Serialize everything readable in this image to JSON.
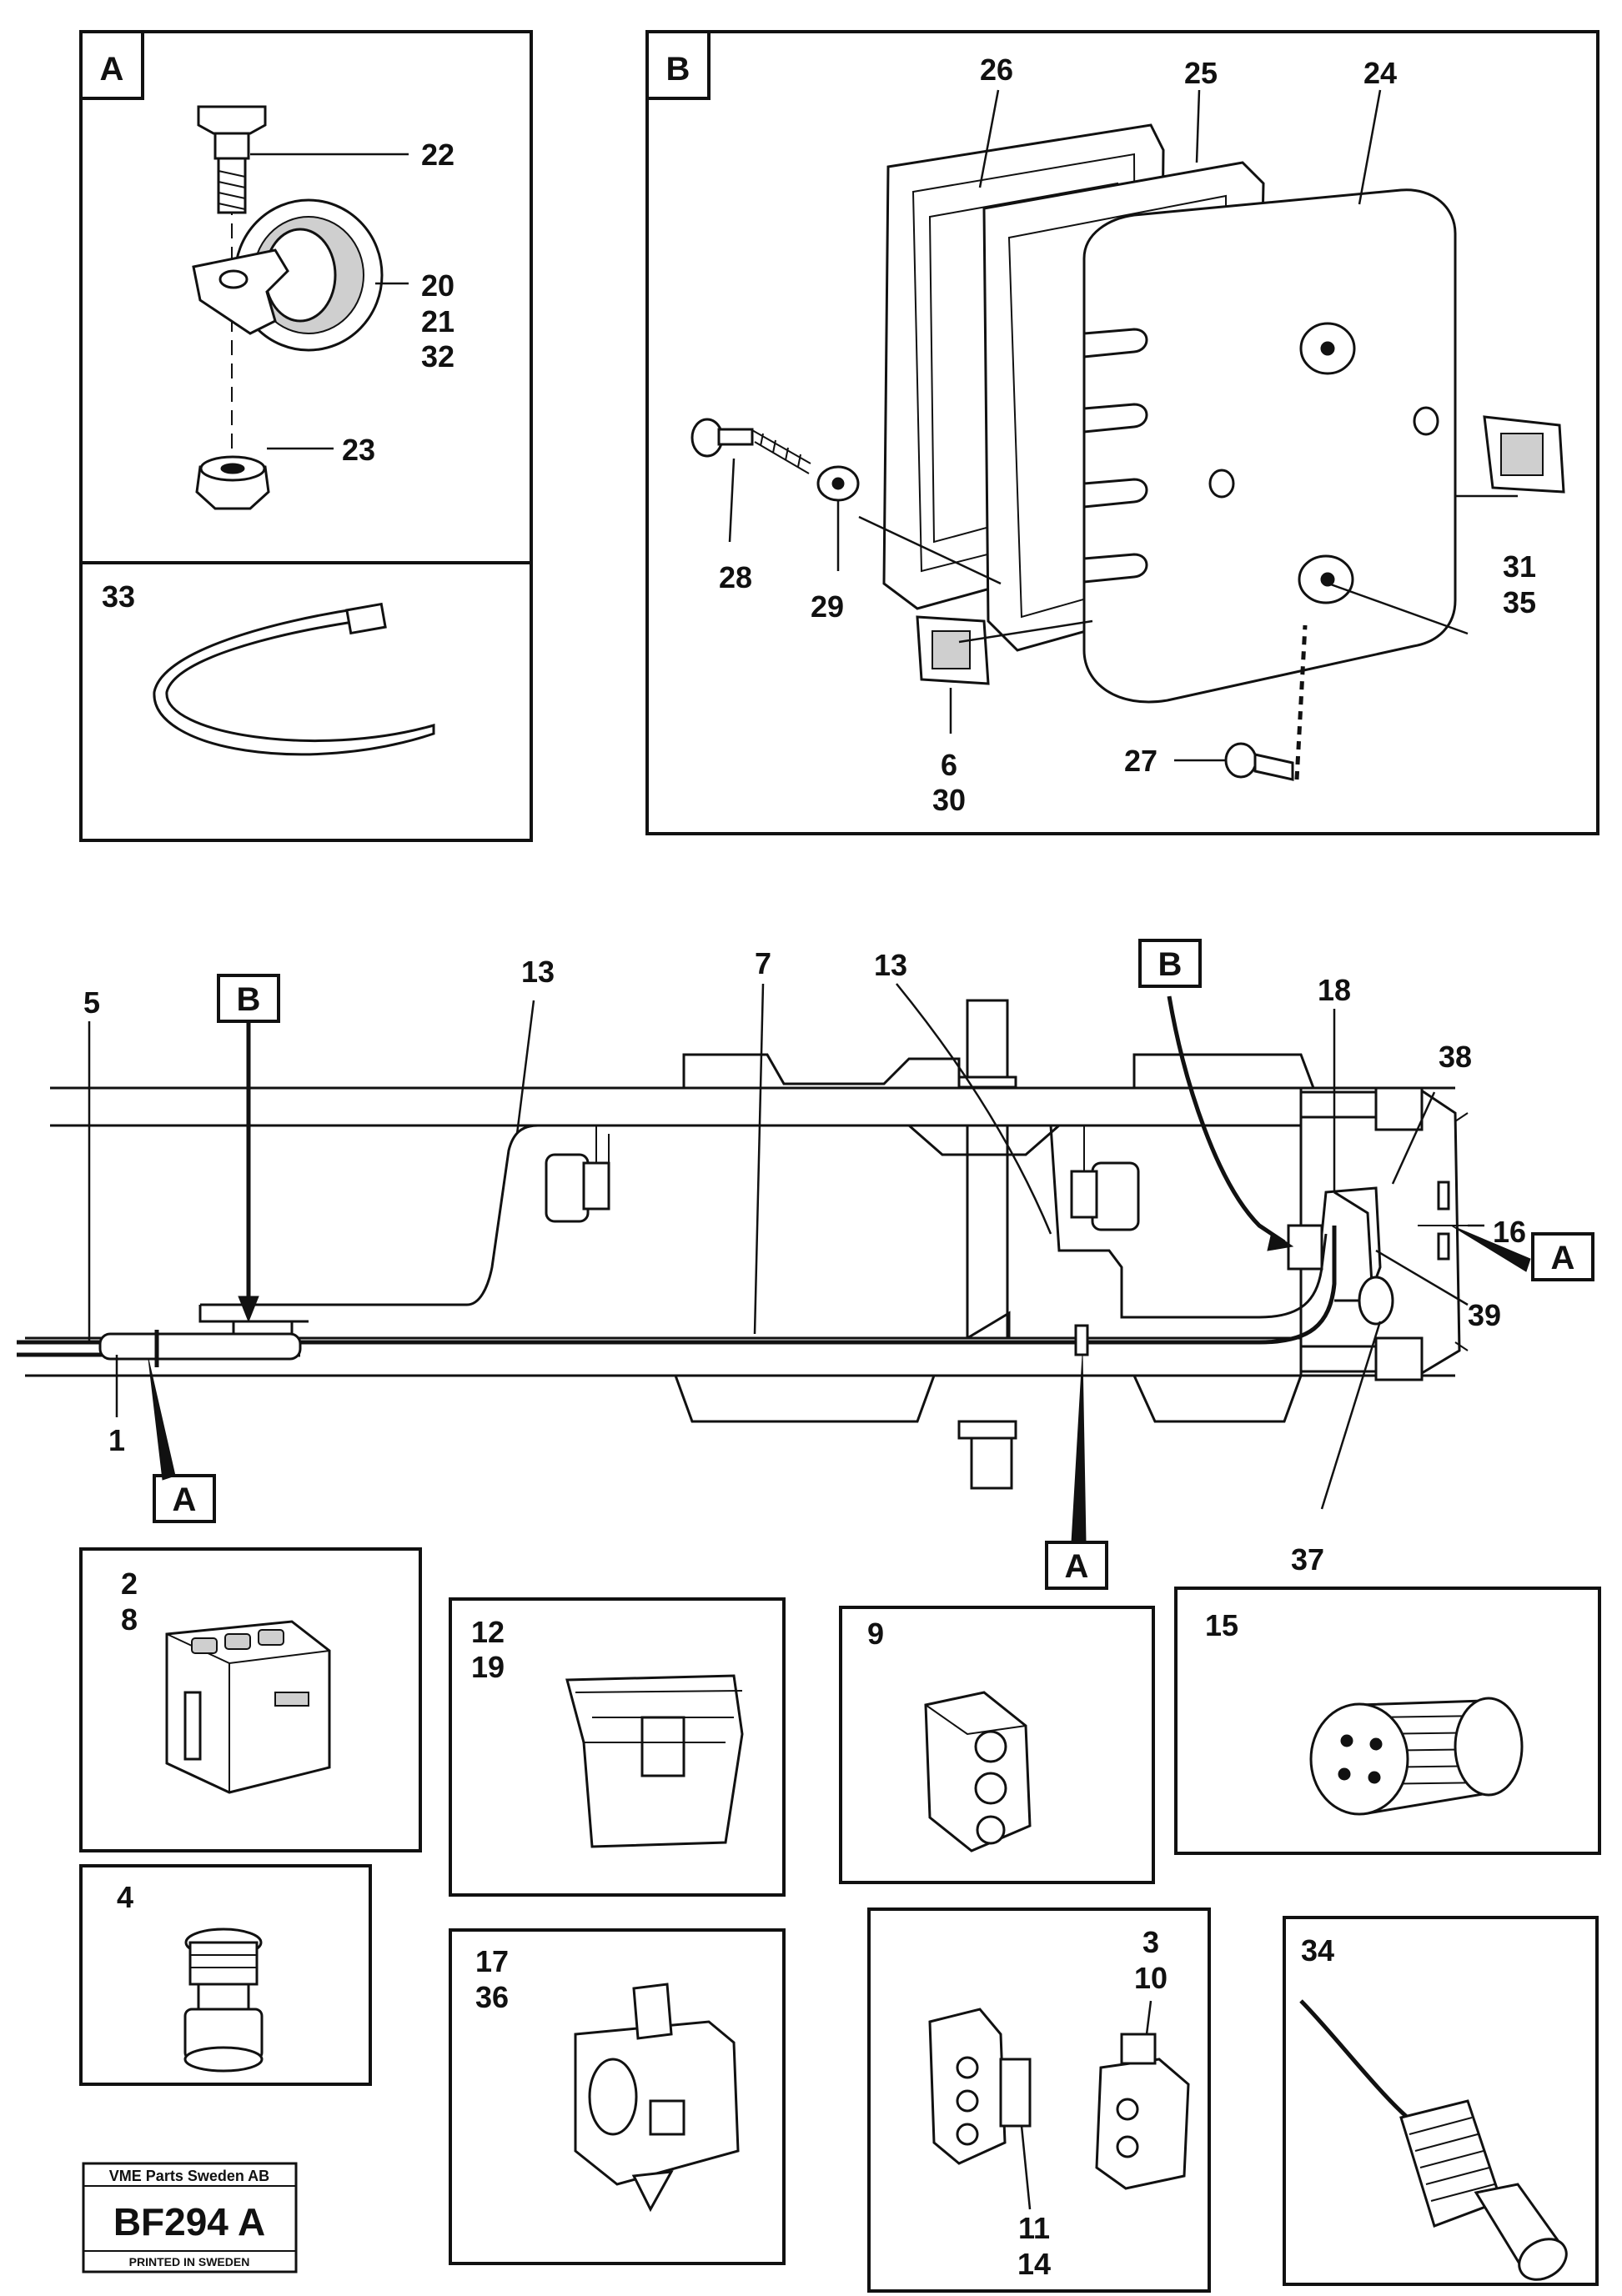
{
  "panel_A": {
    "letter": "A",
    "labels": [
      "22",
      "20",
      "21",
      "32",
      "23"
    ]
  },
  "panel_33": {
    "label": "33"
  },
  "panel_B": {
    "letter": "B",
    "labels": [
      "26",
      "25",
      "24",
      "28",
      "29",
      "31",
      "35",
      "6",
      "30",
      "27"
    ]
  },
  "harness": {
    "labels": [
      "5",
      "13",
      "7",
      "13",
      "18",
      "38",
      "16",
      "39",
      "1",
      "37"
    ],
    "callout_B_left": "B",
    "callout_B_right": "B",
    "callout_A_left": "A",
    "callout_A_center": "A",
    "callout_A_right": "A"
  },
  "connectors": {
    "c2_8": [
      "2",
      "8"
    ],
    "c12_19": [
      "12",
      "19"
    ],
    "c9": [
      "9"
    ],
    "c15": [
      "15"
    ],
    "c4": [
      "4"
    ],
    "c17_36": [
      "17",
      "36"
    ],
    "c3_10": [
      "3",
      "10"
    ],
    "c11_14": [
      "11",
      "14"
    ],
    "c34": [
      "34"
    ]
  },
  "stamp": {
    "company": "VME Parts Sweden AB",
    "code": "BF294 A",
    "printed": "PRINTED IN SWEDEN"
  }
}
